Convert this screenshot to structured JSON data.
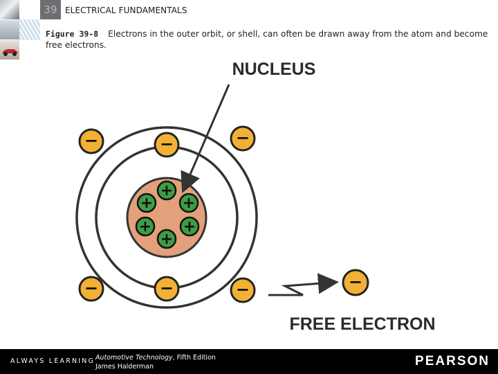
{
  "header": {
    "chapter_number": "39",
    "title": "ELECTRICAL FUNDAMENTALS"
  },
  "caption": {
    "figure_label": "Figure 39-8",
    "text": "Electrons in the outer orbit, or shell, can often be drawn away from the atom and become free electrons."
  },
  "diagram": {
    "nucleus_label": "NUCLEUS",
    "free_electron_label": "FREE ELECTRON",
    "electron_symbol": "−",
    "proton_symbol": "+",
    "colors": {
      "electron_fill": "#f2b134",
      "proton_fill": "#3e9c45",
      "nucleus_fill": "#e2a17a",
      "orbit_stroke": "#333333"
    }
  },
  "footer": {
    "tagline": "ALWAYS LEARNING",
    "book_title": "Automotive Technology",
    "book_edition": ", Fifth Edition",
    "author": "James Halderman",
    "publisher": "PEARSON"
  }
}
